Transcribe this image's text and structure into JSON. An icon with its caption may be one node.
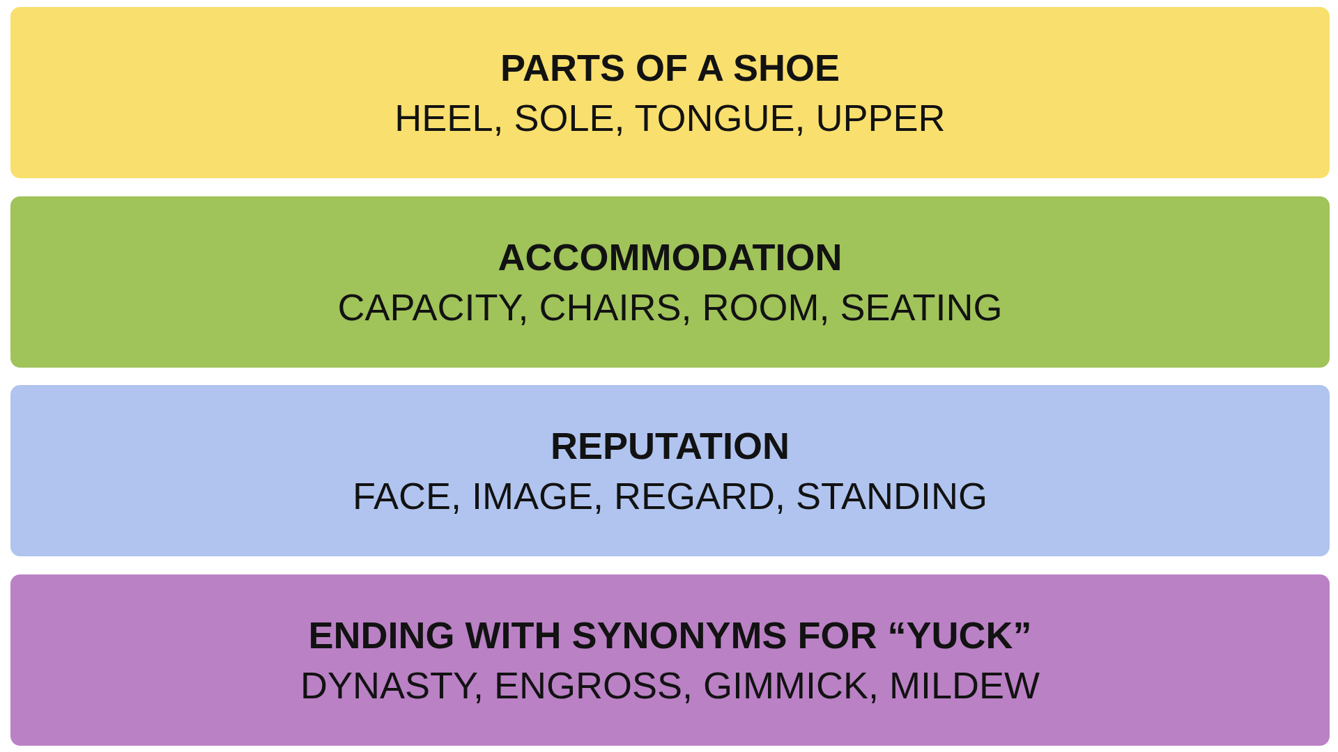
{
  "diagram": {
    "nodes": [
      {
        "text": [
          "PARTS OF A SHOE",
          "HEEL, SOLE, TONGUE, UPPER"
        ]
      },
      {
        "text": [
          "ACCOMMODATION",
          "CAPACITY, CHAIRS, ROOM, SEATING"
        ]
      },
      {
        "text": [
          "REPUTATION",
          "FACE, IMAGE, REGARD, STANDING"
        ]
      },
      {
        "text": [
          "ENDING WITH SYNONYMS FOR “YUCK”",
          "DYNASTY, ENGROSS, GIMMICK, MILDEW"
        ]
      }
    ]
  }
}
